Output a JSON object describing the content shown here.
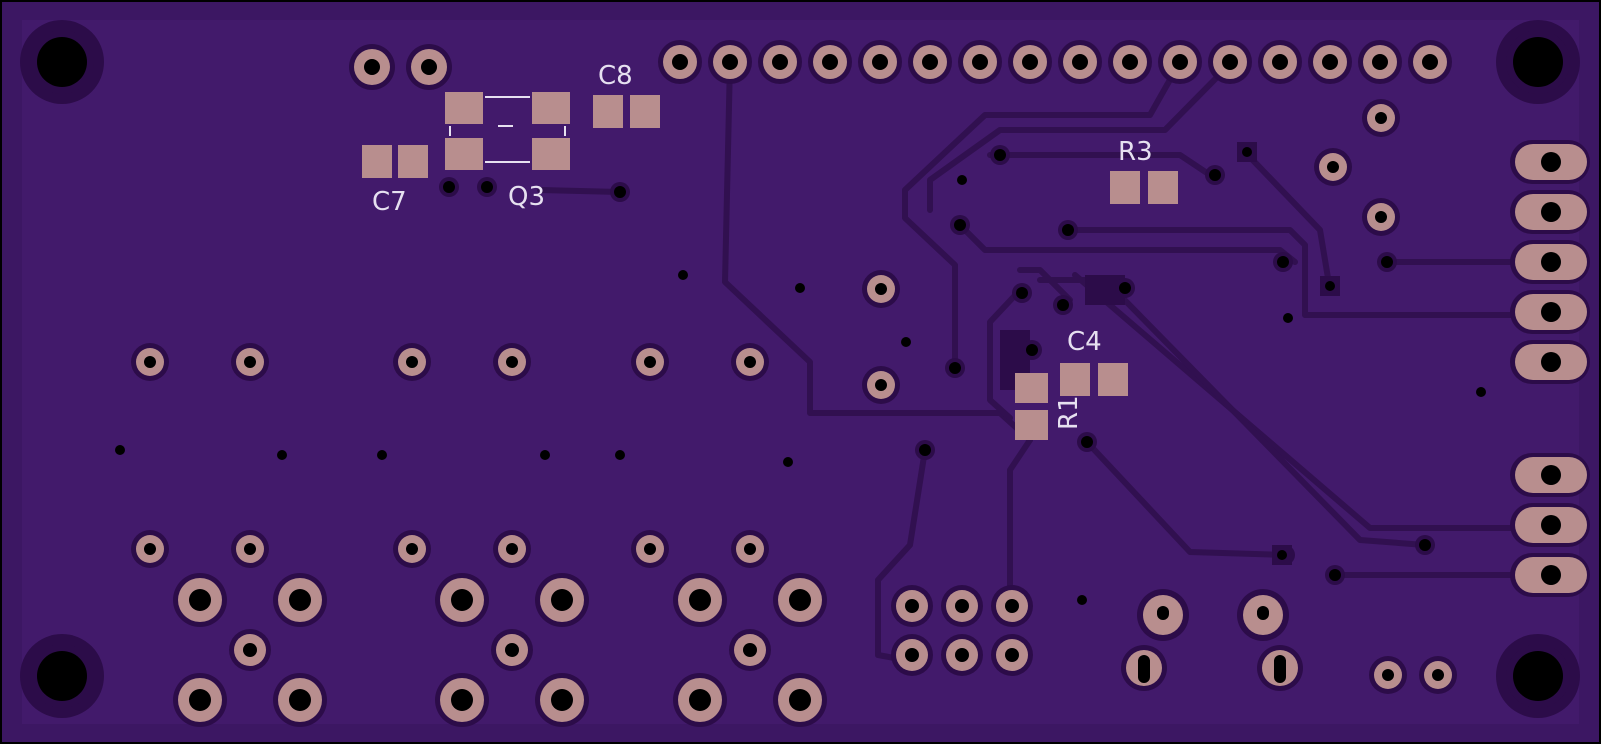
{
  "board": {
    "colors": {
      "background": "#000000",
      "substrate": "#3c1763",
      "copper_fill": "#421a6b",
      "trace": "#311050",
      "clearance": "#2c0c49",
      "pad": "#b88e8e",
      "hole": "#000000",
      "silkscreen": "#e6e0f0"
    },
    "silkscreen_labels": {
      "c8": "C8",
      "c7": "C7",
      "q3": "Q3",
      "r3": "R3",
      "c4": "C4",
      "r1": "R1"
    }
  }
}
